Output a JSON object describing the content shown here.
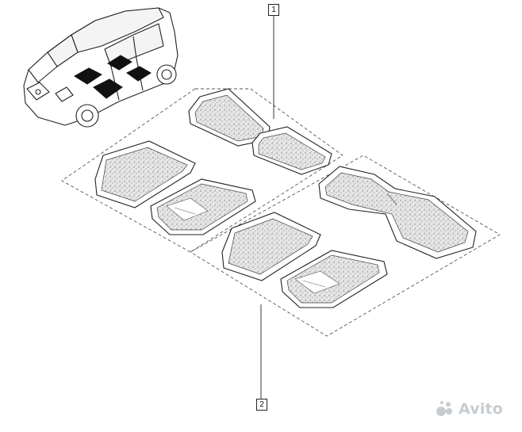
{
  "callouts": {
    "upper_set": "1",
    "lower_set": "2"
  },
  "watermark": {
    "brand": "Avito"
  },
  "colors": {
    "line": "#222222",
    "mat_fill": "#dcdcdc",
    "car_mat": "#111111",
    "dash": "#555555",
    "watermark": "#9aa3ad"
  }
}
